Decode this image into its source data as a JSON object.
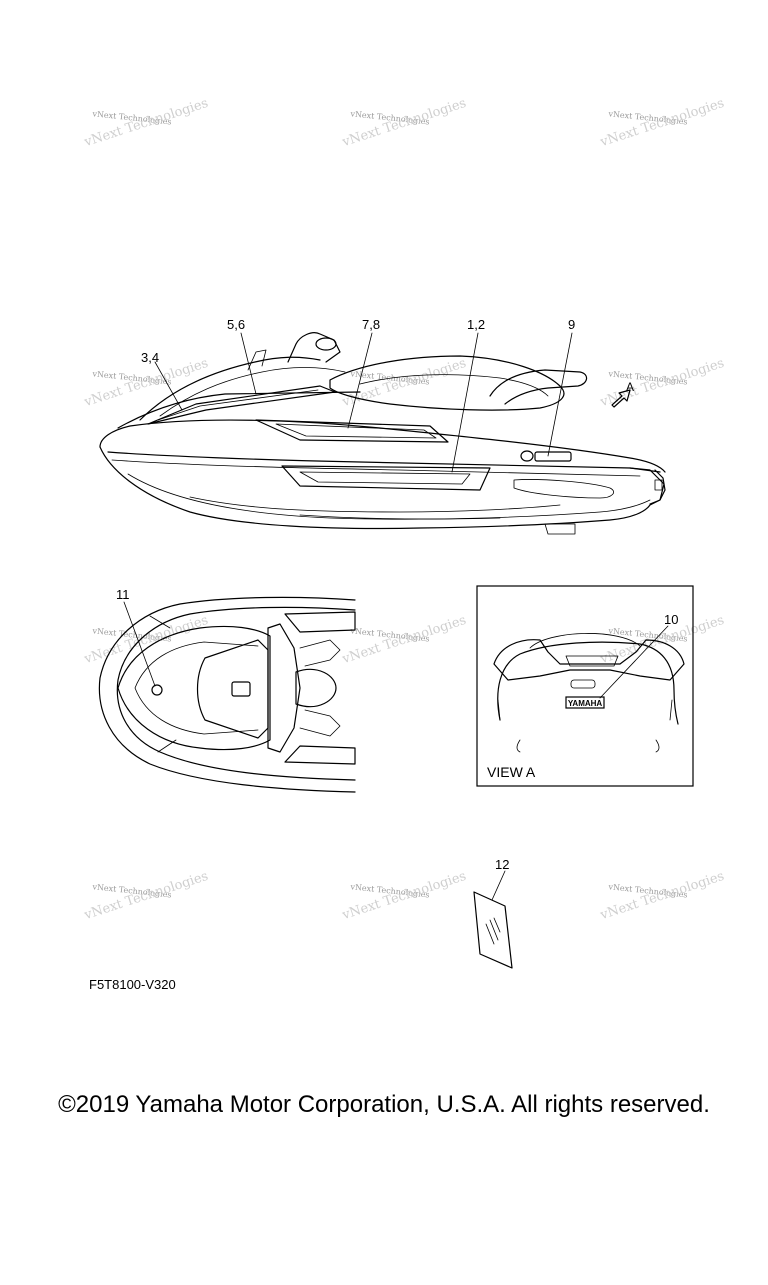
{
  "watermark": {
    "text": "vNext Technologies"
  },
  "callouts": [
    {
      "id": "1",
      "label": "1,2"
    },
    {
      "id": "2",
      "label": "3,4"
    },
    {
      "id": "3",
      "label": "5,6"
    },
    {
      "id": "4",
      "label": "7,8"
    },
    {
      "id": "5",
      "label": "9"
    },
    {
      "id": "6",
      "label": "10"
    },
    {
      "id": "7",
      "label": "11"
    },
    {
      "id": "8",
      "label": "12"
    }
  ],
  "view_arrow_label": "A",
  "view_a_caption": "VIEW A",
  "badge_text": "YAMAHA",
  "diagram_code": "F5T8100-V320",
  "copyright": "©2019 Yamaha Motor Corporation, U.S.A. All rights reserved."
}
